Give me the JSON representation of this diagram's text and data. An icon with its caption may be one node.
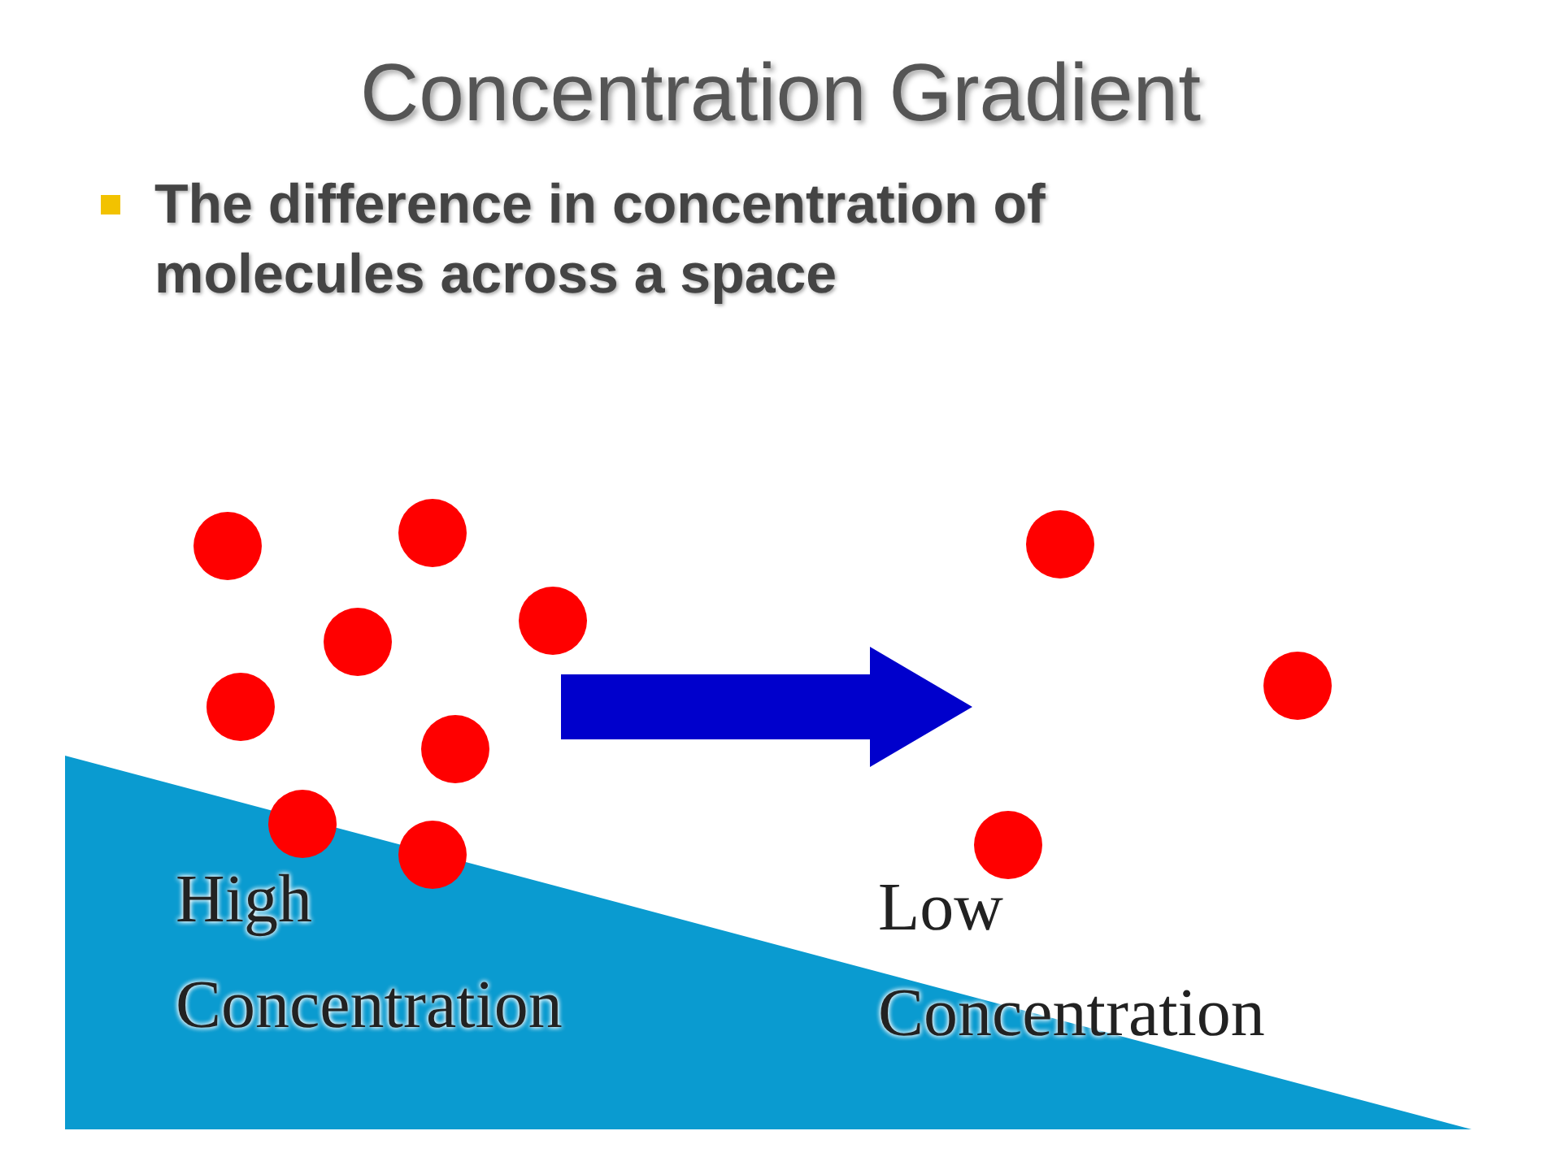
{
  "diagram": {
    "title": "Concentration Gradient",
    "labels": [
      "The difference in concentration of molecules across a space",
      "High Concentration",
      "Low Concentration"
    ]
  }
}
